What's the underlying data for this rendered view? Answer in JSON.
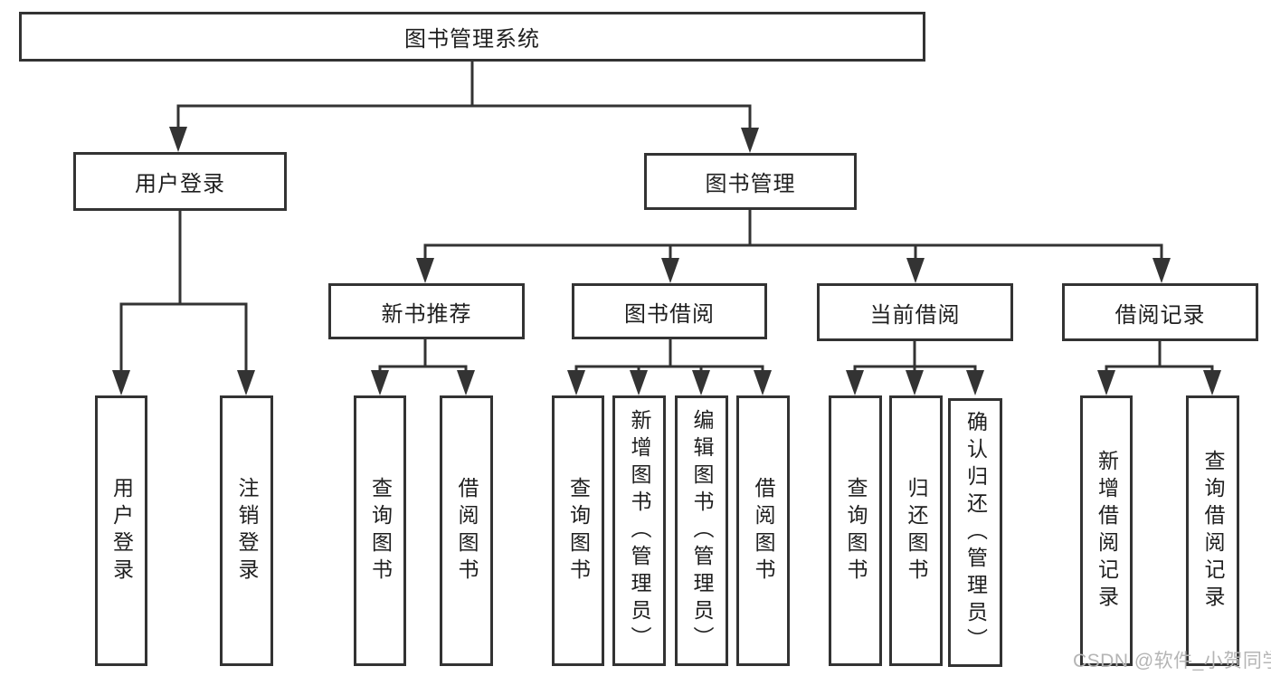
{
  "tree": {
    "root": "图书管理系统",
    "branches": [
      {
        "label": "用户登录",
        "children": [
          "用户登录",
          "注销登录"
        ]
      },
      {
        "label": "图书管理",
        "sections": [
          {
            "label": "新书推荐",
            "children": [
              "查询图书",
              "借阅图书"
            ]
          },
          {
            "label": "图书借阅",
            "children": [
              "查询图书",
              "新增图书（管理员）",
              "编辑图书（管理员）",
              "借阅图书"
            ]
          },
          {
            "label": "当前借阅",
            "children": [
              "查询图书",
              "归还图书",
              "确认归还（管理员）"
            ]
          },
          {
            "label": "借阅记录",
            "children": [
              "新增借阅记录",
              "查询借阅记录"
            ]
          }
        ]
      }
    ]
  },
  "watermark": "CSDN @软件_小贺同学",
  "colors": {
    "line": "#333333",
    "text": "#1f1f1f",
    "watermark": "#b5b5b5",
    "background": "#ffffff"
  }
}
